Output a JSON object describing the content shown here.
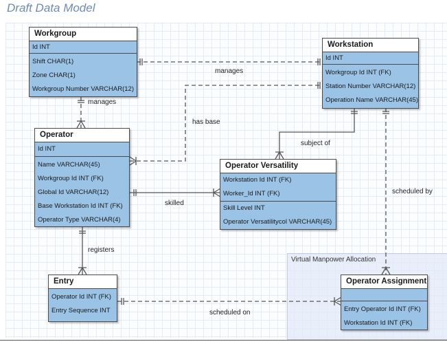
{
  "title": "Draft Data Model",
  "region": {
    "label": "Virtual Manpower Allocation"
  },
  "entities": {
    "workgroup": {
      "name": "Workgroup",
      "pk": "Id INT",
      "attributes": [
        "Shift CHAR(1)",
        "Zone CHAR(1)",
        "Workgroup Number VARCHAR(12)"
      ]
    },
    "workstation": {
      "name": "Workstation",
      "pk": "Id INT",
      "attributes": [
        "Workgroup Id INT (FK)",
        "Station Number VARCHAR(12)",
        "Operation Name VARCHAR(45)"
      ]
    },
    "operator": {
      "name": "Operator",
      "pk": "Id INT",
      "attributes": [
        "Name VARCHAR(45)",
        "Workgroup Id INT (FK)",
        "Global Id VARCHAR(12)",
        "Base Workstation Id INT (FK)",
        "Operator Type VARCHAR(4)"
      ]
    },
    "versatility": {
      "name": "Operator Versatility",
      "keys": [
        "Workstation Id INT (FK)",
        "Worker_Id INT (FK)"
      ],
      "attributes": [
        "Skill Level INT",
        "Operator Versatilitycol VARCHAR(45)"
      ]
    },
    "entry": {
      "name": "Entry",
      "keys": [
        "Operator Id INT (FK)",
        "Entry Sequence INT"
      ]
    },
    "assignment": {
      "name": "Operator Assignment",
      "attributes": [
        "Entry Operator Id INT (FK)",
        "Workstation Id INT (FK)"
      ]
    }
  },
  "relationships": {
    "wg_ws": "manages",
    "wg_op": "manages",
    "op_base": "has base",
    "ws_ver": "subject of",
    "op_ver": "skilled",
    "op_entry": "registers",
    "ws_assign": "scheduled by",
    "entry_assign": "scheduled on"
  }
}
